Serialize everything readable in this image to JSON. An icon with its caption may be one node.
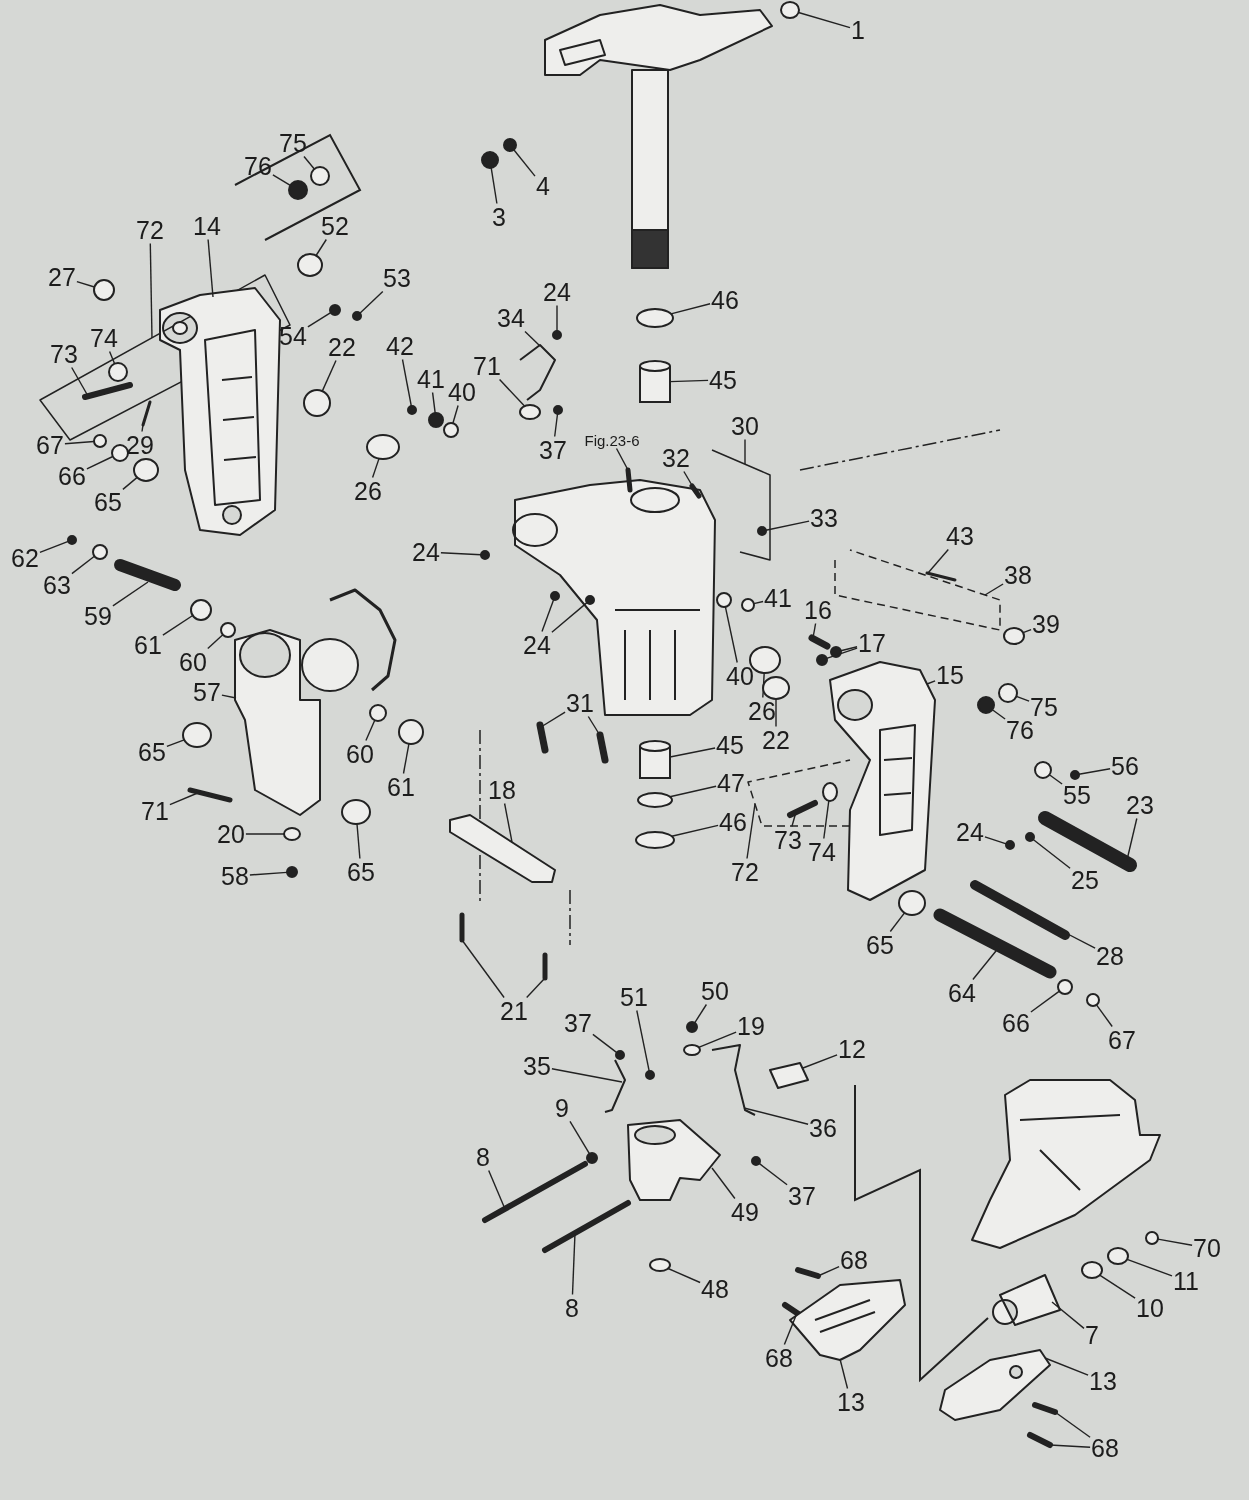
{
  "diagram": {
    "nodes": [
      {
        "text": [
          "1"
        ]
      },
      {
        "text": [
          "75"
        ]
      },
      {
        "text": [
          "76"
        ]
      },
      {
        "text": [
          "3"
        ]
      },
      {
        "text": [
          "4"
        ]
      },
      {
        "text": [
          "72"
        ]
      },
      {
        "text": [
          "14"
        ]
      },
      {
        "text": [
          "52"
        ]
      },
      {
        "text": [
          "27"
        ]
      },
      {
        "text": [
          "53"
        ]
      },
      {
        "text": [
          "24"
        ]
      },
      {
        "text": [
          "46"
        ]
      },
      {
        "text": [
          "54"
        ]
      },
      {
        "text": [
          "34"
        ]
      },
      {
        "text": [
          "74"
        ]
      },
      {
        "text": [
          "22"
        ]
      },
      {
        "text": [
          "42"
        ]
      },
      {
        "text": [
          "73"
        ]
      },
      {
        "text": [
          "71"
        ]
      },
      {
        "text": [
          "41"
        ]
      },
      {
        "text": [
          "40"
        ]
      },
      {
        "text": [
          "45"
        ]
      },
      {
        "text": [
          "29"
        ]
      },
      {
        "text": [
          "67"
        ]
      },
      {
        "text": [
          "37"
        ]
      },
      {
        "text": [
          "Fig.23-6"
        ]
      },
      {
        "text": [
          "30"
        ]
      },
      {
        "text": [
          "66"
        ]
      },
      {
        "text": [
          "26"
        ]
      },
      {
        "text": [
          "65"
        ]
      },
      {
        "text": [
          "32"
        ]
      },
      {
        "text": [
          "33"
        ]
      },
      {
        "text": [
          "24"
        ]
      },
      {
        "text": [
          "43"
        ]
      },
      {
        "text": [
          "62"
        ]
      },
      {
        "text": [
          "38"
        ]
      },
      {
        "text": [
          "63"
        ]
      },
      {
        "text": [
          "16"
        ]
      },
      {
        "text": [
          "41"
        ]
      },
      {
        "text": [
          "39"
        ]
      },
      {
        "text": [
          "59"
        ]
      },
      {
        "text": [
          "17"
        ]
      },
      {
        "text": [
          "61"
        ]
      },
      {
        "text": [
          "24"
        ]
      },
      {
        "text": [
          "60"
        ]
      },
      {
        "text": [
          "15"
        ]
      },
      {
        "text": [
          "75"
        ]
      },
      {
        "text": [
          "31"
        ]
      },
      {
        "text": [
          "40"
        ]
      },
      {
        "text": [
          "57"
        ]
      },
      {
        "text": [
          "76"
        ]
      },
      {
        "text": [
          "26"
        ]
      },
      {
        "text": [
          "22"
        ]
      },
      {
        "text": [
          "45"
        ]
      },
      {
        "text": [
          "65"
        ]
      },
      {
        "text": [
          "60"
        ]
      },
      {
        "text": [
          "61"
        ]
      },
      {
        "text": [
          "56"
        ]
      },
      {
        "text": [
          "47"
        ]
      },
      {
        "text": [
          "55"
        ]
      },
      {
        "text": [
          "18"
        ]
      },
      {
        "text": [
          "23"
        ]
      },
      {
        "text": [
          "71"
        ]
      },
      {
        "text": [
          "46"
        ]
      },
      {
        "text": [
          "73"
        ]
      },
      {
        "text": [
          "74"
        ]
      },
      {
        "text": [
          "24"
        ]
      },
      {
        "text": [
          "20"
        ]
      },
      {
        "text": [
          "25"
        ]
      },
      {
        "text": [
          "58"
        ]
      },
      {
        "text": [
          "65"
        ]
      },
      {
        "text": [
          "72"
        ]
      },
      {
        "text": [
          "65"
        ]
      },
      {
        "text": [
          "28"
        ]
      },
      {
        "text": [
          "21"
        ]
      },
      {
        "text": [
          "64"
        ]
      },
      {
        "text": [
          "66"
        ]
      },
      {
        "text": [
          "67"
        ]
      },
      {
        "text": [
          "51"
        ]
      },
      {
        "text": [
          "50"
        ]
      },
      {
        "text": [
          "37"
        ]
      },
      {
        "text": [
          "19"
        ]
      },
      {
        "text": [
          "12"
        ]
      },
      {
        "text": [
          "35"
        ]
      },
      {
        "text": [
          "9"
        ]
      },
      {
        "text": [
          "36"
        ]
      },
      {
        "text": [
          "8"
        ]
      },
      {
        "text": [
          "37"
        ]
      },
      {
        "text": [
          "49"
        ]
      },
      {
        "text": [
          "70"
        ]
      },
      {
        "text": [
          "68"
        ]
      },
      {
        "text": [
          "11"
        ]
      },
      {
        "text": [
          "48"
        ]
      },
      {
        "text": [
          "8"
        ]
      },
      {
        "text": [
          "10"
        ]
      },
      {
        "text": [
          "68"
        ]
      },
      {
        "text": [
          "7"
        ]
      },
      {
        "text": [
          "13"
        ]
      },
      {
        "text": [
          "13"
        ]
      },
      {
        "text": [
          "68"
        ]
      },
      {
        "text": [],
        "shape": "circle"
      },
      {
        "text": [],
        "shape": "circle"
      },
      {
        "text": [],
        "shape": "circle"
      },
      {
        "text": [],
        "shape": "circle"
      },
      {
        "text": [],
        "shape": "circle"
      },
      {
        "text": [],
        "shape": "box"
      },
      {
        "text": [],
        "shape": "picture"
      },
      {
        "text": [],
        "shape": "circle"
      },
      {
        "text": [],
        "shape": "circle"
      },
      {
        "text": [],
        "shape": "circle"
      },
      {
        "text": [],
        "shape": "circle"
      },
      {
        "text": [],
        "shape": "circle"
      },
      {
        "text": [],
        "shape": "circle"
      },
      {
        "text": [],
        "shape": "picture"
      },
      {
        "text": [],
        "shape": "circle",
        "in": 105
      },
      {
        "text": [],
        "shape": "circle"
      },
      {
        "text": [],
        "shape": "circle"
      },
      {
        "text": [],
        "shape": "bar",
        "in": 105
      },
      {
        "text": [],
        "shape": "circle"
      },
      {
        "text": [],
        "shape": "circle"
      },
      {
        "text": [],
        "shape": "circle"
      },
      {
        "text": [],
        "shape": "cylinder"
      },
      {
        "text": [],
        "shape": "bar"
      },
      {
        "text": [],
        "shape": "circle"
      },
      {
        "text": [],
        "shape": "circle"
      },
      {
        "text": [],
        "shape": "bar"
      },
      {
        "text": [],
        "shape": "box"
      },
      {
        "text": [],
        "shape": "circle"
      },
      {
        "text": [],
        "shape": "circle"
      },
      {
        "text": [],
        "shape": "circle"
      },
      {
        "text": [],
        "shape": "bar"
      },
      {
        "text": [],
        "shape": "circle",
        "in": 126
      },
      {
        "text": [],
        "shape": "circle"
      },
      {
        "text": [],
        "shape": "bar",
        "in": 135
      },
      {
        "text": [],
        "shape": "circle"
      },
      {
        "text": [],
        "shape": "box"
      },
      {
        "text": [],
        "shape": "circle"
      },
      {
        "text": [],
        "shape": "bar"
      },
      {
        "text": [],
        "shape": "circle"
      },
      {
        "text": [],
        "shape": "circle"
      },
      {
        "text": [],
        "shape": "bar"
      },
      {
        "text": [],
        "shape": "circle"
      },
      {
        "text": [],
        "shape": "circle"
      },
      {
        "text": [],
        "shape": "circle"
      },
      {
        "text": [],
        "shape": "circle"
      },
      {
        "text": [],
        "shape": "circle"
      },
      {
        "text": [],
        "shape": "circle"
      },
      {
        "text": [],
        "shape": "picture"
      },
      {
        "text": [],
        "shape": "circle"
      },
      {
        "text": [],
        "shape": "bar"
      },
      {
        "text": [],
        "shape": "bar"
      },
      {
        "text": [],
        "shape": "circle"
      },
      {
        "text": [],
        "shape": "picture"
      },
      {
        "text": [],
        "shape": "circle"
      },
      {
        "text": [],
        "shape": "circle"
      },
      {
        "text": [],
        "shape": "circle"
      },
      {
        "text": [],
        "shape": "cylinder"
      },
      {
        "text": [],
        "shape": "circle"
      },
      {
        "text": [],
        "shape": "circle"
      },
      {
        "text": [],
        "shape": "circle"
      },
      {
        "text": [],
        "shape": "circle"
      },
      {
        "text": [],
        "shape": "circle"
      },
      {
        "text": [],
        "shape": "circle"
      },
      {
        "text": [],
        "shape": "picture"
      },
      {
        "text": [],
        "shape": "bar"
      },
      {
        "text": [],
        "shape": "bar"
      },
      {
        "text": [],
        "shape": "circle"
      },
      {
        "text": [],
        "shape": "bar",
        "in": 174
      },
      {
        "text": [],
        "shape": "circle",
        "in": 174
      },
      {
        "text": [],
        "shape": "circle"
      },
      {
        "text": [],
        "shape": "circle"
      },
      {
        "text": [],
        "shape": "circle"
      },
      {
        "text": [],
        "shape": "circle"
      },
      {
        "text": [],
        "shape": "circle"
      },
      {
        "text": [],
        "shape": "box"
      },
      {
        "text": [],
        "shape": "circle"
      },
      {
        "text": [],
        "shape": "bar"
      },
      {
        "text": [],
        "shape": "bar"
      },
      {
        "text": [],
        "shape": "bar"
      },
      {
        "text": [],
        "shape": "bar"
      },
      {
        "text": [],
        "shape": "circle"
      },
      {
        "text": [],
        "shape": "circle"
      },
      {
        "text": [],
        "shape": "circle"
      },
      {
        "text": [],
        "shape": "circle"
      },
      {
        "text": [],
        "shape": "circle"
      },
      {
        "text": [],
        "shape": "circle"
      },
      {
        "text": [],
        "shape": "picture"
      },
      {
        "text": [],
        "shape": "picture"
      },
      {
        "text": [],
        "shape": "circle"
      },
      {
        "text": [],
        "shape": "picture"
      },
      {
        "text": [],
        "shape": "bar"
      },
      {
        "text": [],
        "shape": "circle"
      },
      {
        "text": [],
        "shape": "picture"
      },
      {
        "text": [],
        "shape": "circle"
      },
      {
        "text": [],
        "shape": "bar"
      },
      {
        "text": [],
        "shape": "circle"
      },
      {
        "text": [],
        "shape": "circle"
      },
      {
        "text": [],
        "shape": "bar"
      },
      {
        "text": [],
        "shape": "circle"
      },
      {
        "text": [],
        "shape": "bar"
      },
      {
        "text": [],
        "shape": "picture"
      },
      {
        "text": [],
        "shape": "picture"
      },
      {
        "text": [],
        "shape": "picture"
      },
      {
        "text": [],
        "shape": "bar"
      },
      {
        "text": [],
        "shape": "bar"
      }
    ],
    "edges": [
      {
        "from": 0,
        "to": 100,
        "arrow": "none"
      },
      {
        "from": 1,
        "to": 101,
        "arrow": "none"
      },
      {
        "from": 2,
        "to": 102,
        "arrow": "none"
      },
      {
        "from": 3,
        "to": 103,
        "arrow": "none"
      },
      {
        "from": 4,
        "to": 104,
        "arrow": "none"
      },
      {
        "from": 5,
        "to": 105,
        "arrow": "none"
      },
      {
        "from": 6,
        "to": 106,
        "arrow": "none"
      },
      {
        "from": 7,
        "to": 107,
        "arrow": "none"
      },
      {
        "from": 8,
        "to": 108,
        "arrow": "none"
      },
      {
        "from": 9,
        "to": 109,
        "arrow": "none"
      },
      {
        "from": 10,
        "to": 110,
        "arrow": "none"
      },
      {
        "from": 11,
        "to": 111,
        "arrow": "none"
      },
      {
        "from": 12,
        "to": 112,
        "arrow": "none"
      },
      {
        "from": 13,
        "to": 113,
        "arrow": "none"
      },
      {
        "from": 14,
        "to": 114,
        "arrow": "none"
      },
      {
        "from": 15,
        "to": 115,
        "arrow": "none"
      },
      {
        "from": 16,
        "to": 116,
        "arrow": "none"
      },
      {
        "from": 17,
        "to": 117,
        "arrow": "none"
      },
      {
        "from": 18,
        "to": 118,
        "arrow": "none"
      },
      {
        "from": 19,
        "to": 119,
        "arrow": "none"
      },
      {
        "from": 20,
        "to": 120,
        "arrow": "none"
      },
      {
        "from": 21,
        "to": 121,
        "arrow": "none"
      },
      {
        "from": 22,
        "to": 122,
        "arrow": "none"
      },
      {
        "from": 23,
        "to": 123,
        "arrow": "none"
      },
      {
        "from": 24,
        "to": 124,
        "arrow": "none"
      },
      {
        "from": 25,
        "to": 125,
        "arrow": "none"
      },
      {
        "from": 26,
        "to": 126,
        "arrow": "none"
      },
      {
        "from": 27,
        "to": 127,
        "arrow": "none"
      },
      {
        "from": 28,
        "to": 128,
        "arrow": "none"
      },
      {
        "from": 29,
        "to": 129,
        "arrow": "none"
      },
      {
        "from": 30,
        "to": 130,
        "arrow": "none"
      },
      {
        "from": 31,
        "to": 131,
        "arrow": "none"
      },
      {
        "from": 32,
        "to": 132,
        "arrow": "none"
      },
      {
        "from": 33,
        "to": 133,
        "arrow": "none"
      },
      {
        "from": 34,
        "to": 134,
        "arrow": "none"
      },
      {
        "from": 35,
        "to": 135,
        "arrow": "none"
      },
      {
        "from": 36,
        "to": 136,
        "arrow": "none"
      },
      {
        "from": 37,
        "to": 137,
        "arrow": "none"
      },
      {
        "from": 38,
        "to": 138,
        "arrow": "none"
      },
      {
        "from": 39,
        "to": 139,
        "arrow": "none"
      },
      {
        "from": 40,
        "to": 140,
        "arrow": "none"
      },
      {
        "from": 41,
        "to": 141,
        "arrow": "none"
      },
      {
        "from": 41,
        "to": 142,
        "arrow": "none"
      },
      {
        "from": 42,
        "to": 143,
        "arrow": "none"
      },
      {
        "from": 43,
        "to": 144,
        "arrow": "none"
      },
      {
        "from": 43,
        "to": 145,
        "arrow": "none"
      },
      {
        "from": 44,
        "to": 146,
        "arrow": "none"
      },
      {
        "from": 45,
        "to": 147,
        "arrow": "none"
      },
      {
        "from": 46,
        "to": 148,
        "arrow": "none"
      },
      {
        "from": 47,
        "to": 149,
        "arrow": "none"
      },
      {
        "from": 47,
        "to": 150,
        "arrow": "none"
      },
      {
        "from": 48,
        "to": 151,
        "arrow": "none"
      },
      {
        "from": 49,
        "to": 152,
        "arrow": "none"
      },
      {
        "from": 50,
        "to": 153,
        "arrow": "none"
      },
      {
        "from": 51,
        "to": 154,
        "arrow": "none"
      },
      {
        "from": 52,
        "to": 155,
        "arrow": "none"
      },
      {
        "from": 53,
        "to": 156,
        "arrow": "none"
      },
      {
        "from": 54,
        "to": 157,
        "arrow": "none"
      },
      {
        "from": 55,
        "to": 158,
        "arrow": "none"
      },
      {
        "from": 56,
        "to": 159,
        "arrow": "none"
      },
      {
        "from": 57,
        "to": 160,
        "arrow": "none"
      },
      {
        "from": 58,
        "to": 161,
        "arrow": "none"
      },
      {
        "from": 59,
        "to": 162,
        "arrow": "none"
      },
      {
        "from": 60,
        "to": 163,
        "arrow": "none"
      },
      {
        "from": 61,
        "to": 164,
        "arrow": "none"
      },
      {
        "from": 62,
        "to": 165,
        "arrow": "none"
      },
      {
        "from": 63,
        "to": 166,
        "arrow": "none"
      },
      {
        "from": 64,
        "to": 167,
        "arrow": "none"
      },
      {
        "from": 65,
        "to": 168,
        "arrow": "none"
      },
      {
        "from": 66,
        "to": 169,
        "arrow": "none"
      },
      {
        "from": 67,
        "to": 170,
        "arrow": "none"
      },
      {
        "from": 68,
        "to": 171,
        "arrow": "none"
      },
      {
        "from": 69,
        "to": 172,
        "arrow": "none"
      },
      {
        "from": 70,
        "to": 173,
        "arrow": "none"
      },
      {
        "from": 71,
        "to": 174,
        "arrow": "none"
      },
      {
        "from": 72,
        "to": 175,
        "arrow": "none"
      },
      {
        "from": 73,
        "to": 176,
        "arrow": "none"
      },
      {
        "from": 74,
        "to": 177,
        "arrow": "none"
      },
      {
        "from": 74,
        "to": 178,
        "arrow": "none"
      },
      {
        "from": 75,
        "to": 179,
        "arrow": "none"
      },
      {
        "from": 76,
        "to": 180,
        "arrow": "none"
      },
      {
        "from": 77,
        "to": 181,
        "arrow": "none"
      },
      {
        "from": 78,
        "to": 182,
        "arrow": "none"
      },
      {
        "from": 79,
        "to": 183,
        "arrow": "none"
      },
      {
        "from": 80,
        "to": 184,
        "arrow": "none"
      },
      {
        "from": 81,
        "to": 185,
        "arrow": "none"
      },
      {
        "from": 82,
        "to": 186,
        "arrow": "none"
      },
      {
        "from": 83,
        "to": 187,
        "arrow": "none"
      },
      {
        "from": 84,
        "to": 188,
        "arrow": "none"
      },
      {
        "from": 85,
        "to": 189,
        "arrow": "none"
      },
      {
        "from": 86,
        "to": 190,
        "arrow": "none"
      },
      {
        "from": 87,
        "to": 191,
        "arrow": "none"
      },
      {
        "from": 88,
        "to": 192,
        "arrow": "none"
      },
      {
        "from": 89,
        "to": 193,
        "arrow": "none"
      },
      {
        "from": 90,
        "to": 194,
        "arrow": "none"
      },
      {
        "from": 91,
        "to": 195,
        "arrow": "none"
      },
      {
        "from": 92,
        "to": 196,
        "arrow": "none"
      },
      {
        "from": 93,
        "to": 197,
        "arrow": "none"
      },
      {
        "from": 94,
        "to": 198,
        "arrow": "none"
      },
      {
        "from": 95,
        "to": 199,
        "arrow": "none"
      },
      {
        "from": 96,
        "to": 200,
        "arrow": "none"
      },
      {
        "from": 97,
        "to": 201,
        "arrow": "none"
      },
      {
        "from": 98,
        "to": 202,
        "arrow": "none"
      },
      {
        "from": 99,
        "to": 203,
        "arrow": "none"
      },
      {
        "from": 99,
        "to": 204,
        "arrow": "none"
      }
    ]
  }
}
